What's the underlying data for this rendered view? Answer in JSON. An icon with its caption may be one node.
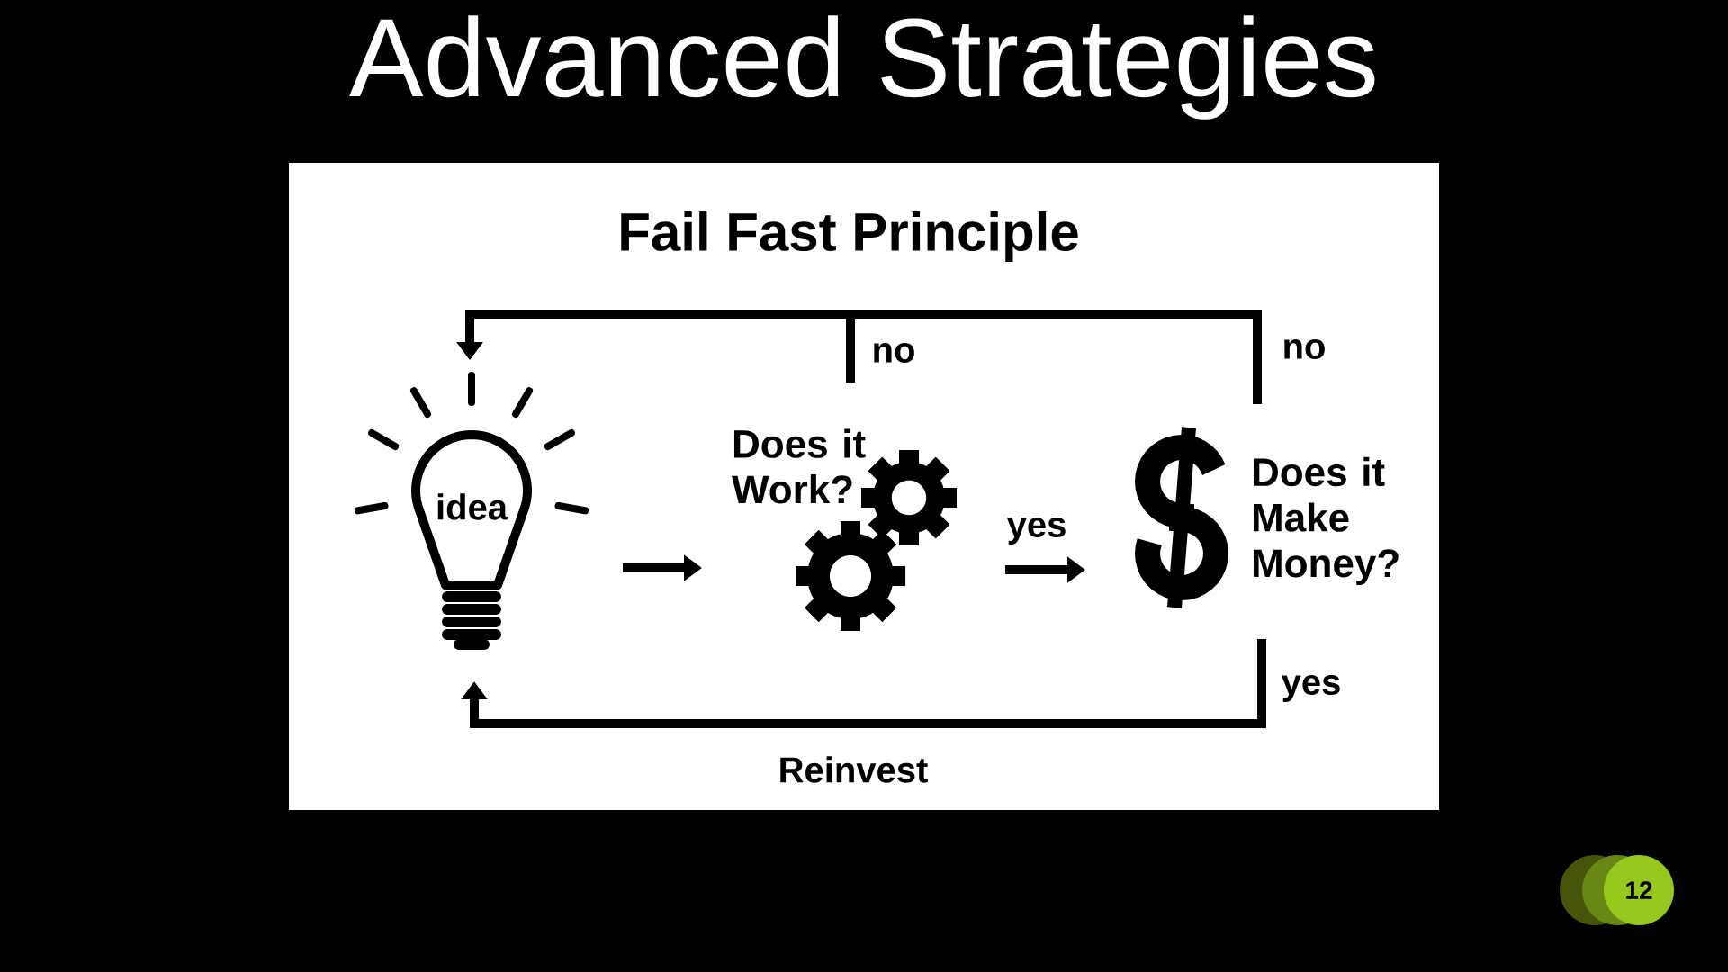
{
  "diagram": {
    "title": "Advanced Strategies",
    "nodes": [
      {
        "text": [
          "idea"
        ]
      },
      {
        "text": [
          "Does it Work?"
        ]
      },
      {
        "text": [
          "Does it Make Money?"
        ]
      }
    ],
    "edges": [
      {
        "from": 0,
        "to": 1,
        "arrow": "to"
      },
      {
        "from": 1,
        "to": 2,
        "arrow": "to",
        "label": "yes"
      },
      {
        "from": 1,
        "to": 0,
        "arrow": "to",
        "label": "no"
      },
      {
        "from": 2,
        "to": 0,
        "arrow": "to",
        "label": "no"
      },
      {
        "from": 2,
        "to": 0,
        "arrow": "to",
        "label": "yes"
      }
    ],
    "labels": [
      "Fail Fast Principle",
      "Reinvest",
      "12"
    ]
  }
}
